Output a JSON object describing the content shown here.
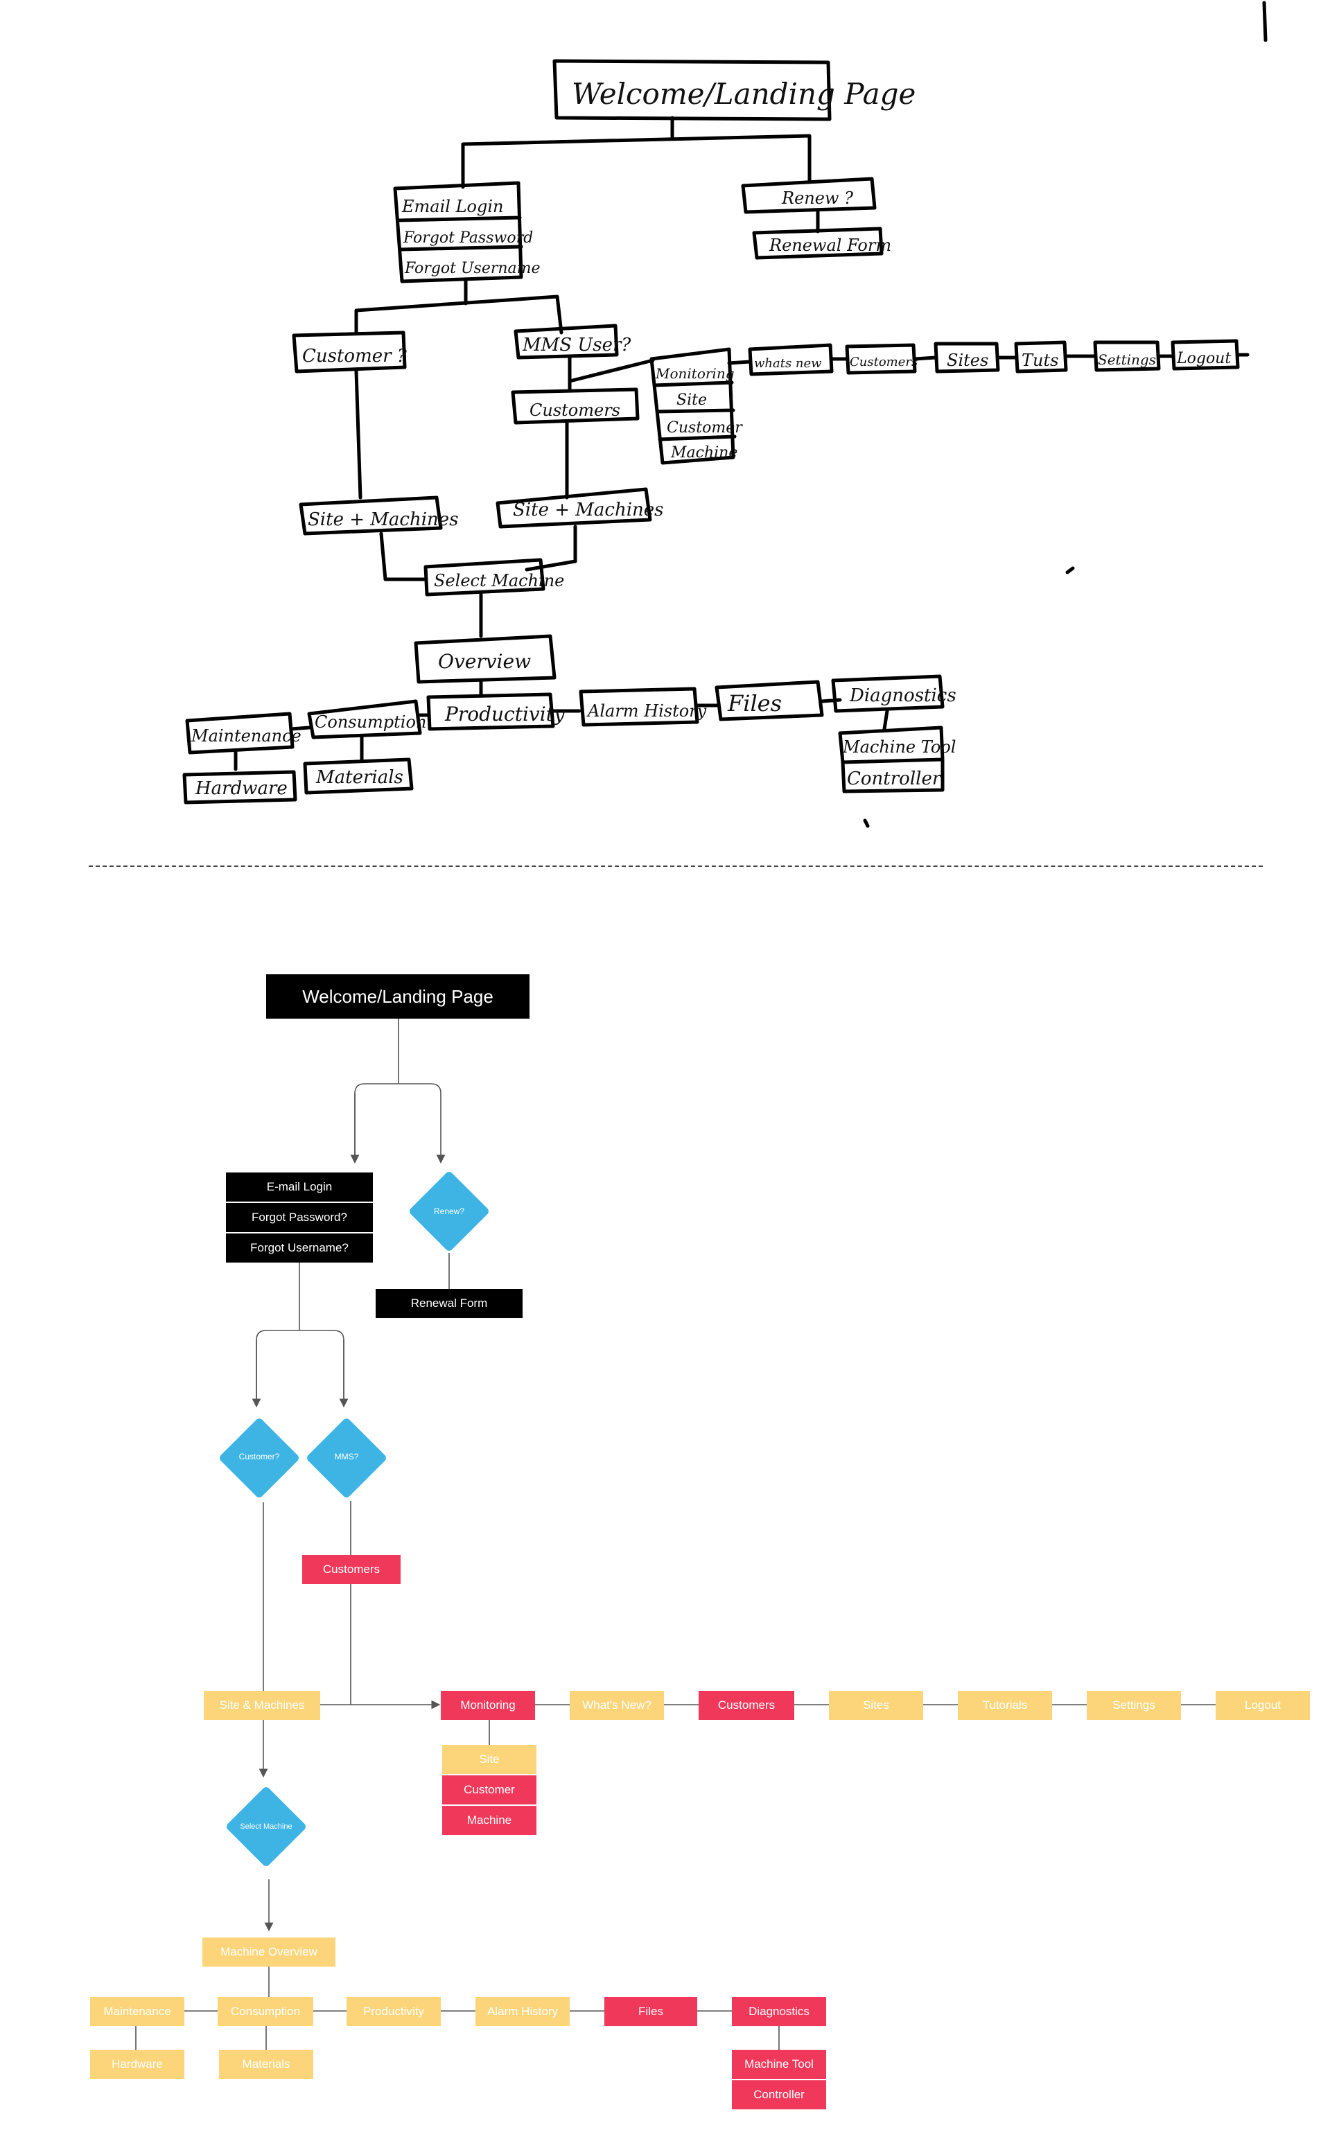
{
  "sketch": {
    "welcome": "Welcome/Landing Page",
    "email_login": "Email Login",
    "forgot_password": "Forgot Password",
    "forgot_username": "Forgot Username",
    "renew": "Renew ?",
    "renewal_form": "Renewal Form",
    "customer_q": "Customer ?",
    "mms_user_q": "MMS User?",
    "customers": "Customers",
    "monitoring": "Monitoring",
    "site": "Site",
    "customer": "Customer",
    "machine": "Machine",
    "whats_new": "whats new",
    "customers_nav": "Customers",
    "sites": "Sites",
    "tuts": "Tuts",
    "settings": "Settings",
    "logout": "Logout",
    "site_machines_left": "Site + Machines",
    "site_machines_right": "Site + Machines",
    "select_machine": "Select Machine",
    "overview": "Overview",
    "maintenance": "Maintenance",
    "consumption": "Consumption",
    "productivity": "Productivity",
    "alarm_history": "Alarm History",
    "files": "Files",
    "diagnostics": "Diagnostics",
    "hardware": "Hardware",
    "materials": "Materials",
    "machine_tool": "Machine Tool",
    "controller": "Controller"
  },
  "diagram": {
    "welcome": "Welcome/Landing Page",
    "email_login": "E-mail Login",
    "forgot_password": "Forgot Password?",
    "forgot_username": "Forgot Username?",
    "renew": "Renew?",
    "renewal_form": "Renewal Form",
    "customer_q": "Customer?",
    "mms_q": "MMS?",
    "customers": "Customers",
    "site_machines": "Site & Machines",
    "monitoring": "Monitoring",
    "whats_new": "What's New?",
    "customers_nav": "Customers",
    "sites": "Sites",
    "tutorials": "Tutorials",
    "settings": "Settings",
    "logout": "Logout",
    "site": "Site",
    "customer": "Customer",
    "machine": "Machine",
    "select_machine": "Select Machine",
    "machine_overview": "Machine Overview",
    "maintenance": "Maintenance",
    "consumption": "Consumption",
    "productivity": "Productivity",
    "alarm_history": "Alarm History",
    "files": "Files",
    "diagnostics": "Diagnostics",
    "hardware": "Hardware",
    "materials": "Materials",
    "machine_tool": "Machine Tool",
    "controller": "Controller"
  },
  "colors": {
    "black_node": "#000000",
    "red_node": "#f0385a",
    "yellow_node": "#fcd57a",
    "decision": "#3db4e4",
    "connector": "#555555"
  }
}
